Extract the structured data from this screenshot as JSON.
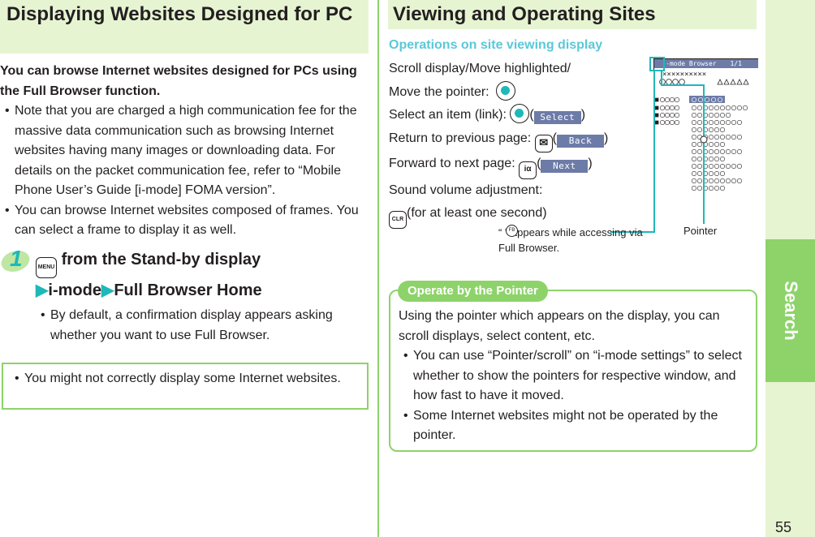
{
  "left": {
    "title": "Displaying Websites Designed for PC",
    "intro": "You can browse Internet websites designed for PCs using the Full Browser function.",
    "bullets": [
      "Note that you are charged a high communication fee for the massive data communication such as browsing Internet websites having many images or downloading data. For details on the packet communication fee, refer to “Mobile Phone User’s Guide [i-mode] FOMA version”.",
      "You can browse Internet websites composed of frames. You can select a frame to display it as well."
    ],
    "step": {
      "number": "1",
      "key_label": "MENU",
      "line1": "from the Stand-by display",
      "seg1": "i-mode",
      "seg2": "Full Browser Home",
      "note": "By default, a confirmation display appears asking whether you want to use Full Browser."
    },
    "notice": "You might not correctly display some Internet websites."
  },
  "right": {
    "title": "Viewing and Operating Sites",
    "subtitle": "Operations on site viewing display",
    "ops": {
      "scroll": "Scroll display/Move highlighted/",
      "move_pointer": "Move the pointer:",
      "select": "Select an item (link):",
      "select_soft": "Select",
      "return": "Return to previous page:",
      "return_soft": "Back",
      "forward": "Forward to next page:",
      "forward_soft": "Next",
      "sound": "Sound volume adjustment:",
      "clr_key": "CLR",
      "clr_note": "(for at least one second)",
      "i_key": "iα"
    },
    "screen": {
      "header": "-mode Browser",
      "page": "1/1"
    },
    "callouts": {
      "fb": "“   ” appears while accessing via Full Browser.",
      "fb_icon": "FB",
      "pointer": "Pointer"
    },
    "box": {
      "title": "Operate by the Pointer",
      "text": "Using the pointer which appears on the display, you can scroll displays, select content, etc.",
      "bullets": [
        "You can use “Pointer/scroll” on “i-mode settings” to select whether to show the pointers for respective window, and how fast to have it moved.",
        "Some Internet websites might not be operated by the pointer."
      ]
    }
  },
  "sidebar": {
    "label": "Search"
  },
  "page_number": "55",
  "colors": {
    "accent": "#8dd36a",
    "header_bg": "#e6f4d2",
    "teal": "#1fb8b8",
    "box_border": "#8dd36a"
  }
}
